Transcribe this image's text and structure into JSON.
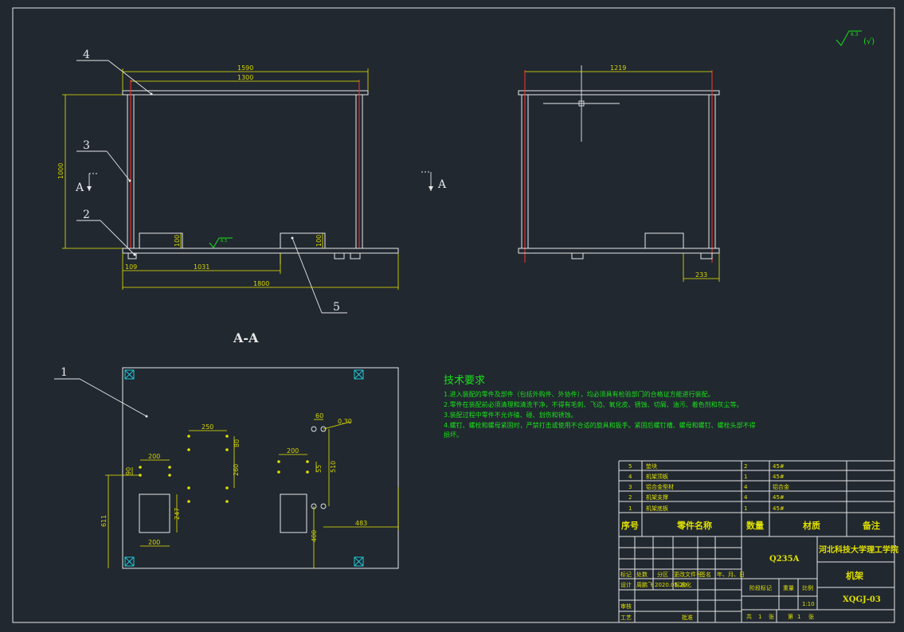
{
  "balloons": [
    "4",
    "3",
    "2",
    "5",
    "1"
  ],
  "section_marks": {
    "left": "A",
    "right": "A",
    "view_title": "A-A"
  },
  "roughness": {
    "top": "6.3",
    "top_paren": "(√)",
    "bottom": "6.3"
  },
  "dims_front": {
    "overall_top": "1590",
    "inner_top": "1300",
    "height": "1000",
    "left_offset": "109",
    "mid": "1031",
    "overall_bottom": "1800",
    "foot_left": "100",
    "foot_right": "100"
  },
  "dims_side": {
    "width": "1219",
    "foot": "233"
  },
  "dims_plan": {
    "d250": "250",
    "d80": "80",
    "d260": "260",
    "d200a": "200",
    "d90": "90",
    "d200b": "200",
    "d200c": "200",
    "d55": "55",
    "d510": "510",
    "d60": "60",
    "d030": "0.30",
    "d611": "611",
    "d247": "247",
    "d400": "400",
    "d483": "483"
  },
  "tech_req": {
    "title": "技术要求",
    "items": [
      "1.进入装配的零件及部件（包括外购件、外协件），均必须具有检验部门的合格证方能进行装配。",
      "2.零件在装配前必须清理和清洗干净，不得有毛刺、飞边、氧化皮、锈蚀、切屑、油污、着色剂和灰尘等。",
      "3.装配过程中零件不允许磕、碰、划伤和锈蚀。",
      "4.螺钉、螺栓和螺母紧固时，严禁打击或使用不合适的旋具和扳手。紧固后螺钉槽、螺母和螺钉、螺栓头部不得",
      "损坏。"
    ]
  },
  "bom": {
    "rows": [
      {
        "no": "5",
        "name": "垫块",
        "qty": "2",
        "mat": "45#"
      },
      {
        "no": "4",
        "name": "机架顶板",
        "qty": "1",
        "mat": "45#"
      },
      {
        "no": "3",
        "name": "铝合金型材",
        "qty": "4",
        "mat": "铝合金"
      },
      {
        "no": "2",
        "name": "机架支撑",
        "qty": "4",
        "mat": "45#"
      },
      {
        "no": "1",
        "name": "机架底板",
        "qty": "1",
        "mat": "45#"
      }
    ],
    "headers": {
      "no": "序号",
      "name": "零件名称",
      "qty": "数量",
      "mat": "材质",
      "note": "备注"
    }
  },
  "title_block": {
    "material": "Q235A",
    "school": "河北科技大学理工学院",
    "part_name": "机架",
    "drawing_no": "XQGJ-03",
    "scale": "1:10",
    "labels": {
      "mark": "标记",
      "count": "处数",
      "zone": "分区",
      "change_doc": "更改文件号",
      "sign": "签名",
      "date": "年、月、日",
      "design": "设计",
      "designer": "周鹏飞",
      "design_date": "2020.05.20",
      "standard": "标准化",
      "stage": "阶段标记",
      "weight": "重量",
      "scale_lbl": "比例",
      "review": "审核",
      "process": "工艺",
      "approve": "批准",
      "sheets_total_a": "共",
      "sheets_total_n": "1",
      "sheets_total_b": "张",
      "sheet_a": "第",
      "sheet_n": "1",
      "sheet_b": "张"
    }
  }
}
